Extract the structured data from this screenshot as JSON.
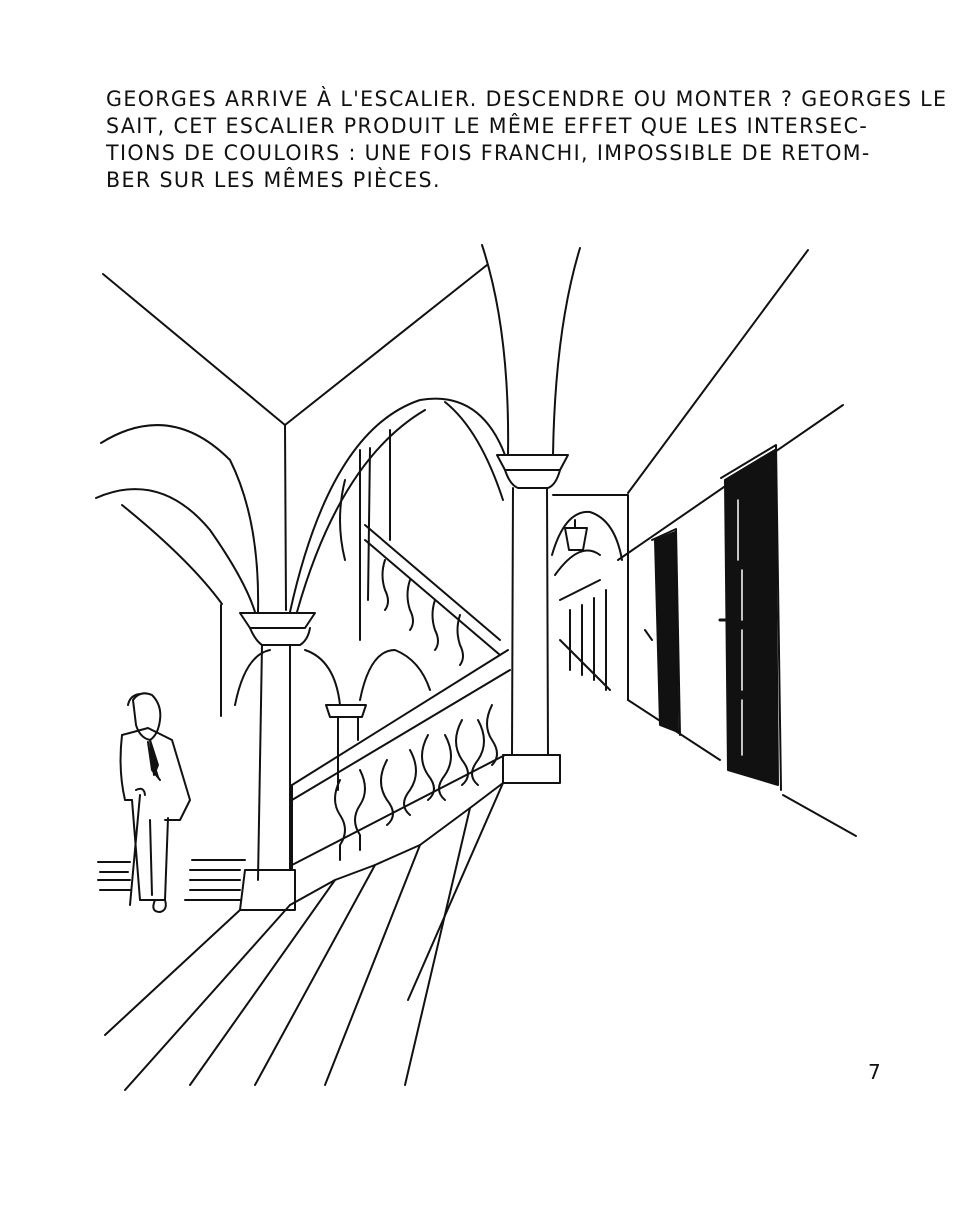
{
  "caption": {
    "lines": [
      "GEORGES ARRIVE À L'ESCALIER. DESCENDRE OU MONTER ? GEORGES LE",
      "SAIT, CET ESCALIER PRODUIT LE MÊME EFFET QUE LES INTERSEC-",
      "TIONS DE COULOIRS : UNE FOIS FRANCHI, IMPOSSIBLE DE RETOM-",
      "BER SUR LES MÊMES PIÈCES."
    ]
  },
  "illustration": {
    "description": "Ink drawing of a vaulted palazzo staircase hall: an old man with a cane stands at the foot of a wide staircase with a balustrade, columns and arches, and a corridor on the right with two dark doors and a lantern.",
    "ink_color": "#111111",
    "paper_color": "#ffffff"
  },
  "page_number": "7"
}
